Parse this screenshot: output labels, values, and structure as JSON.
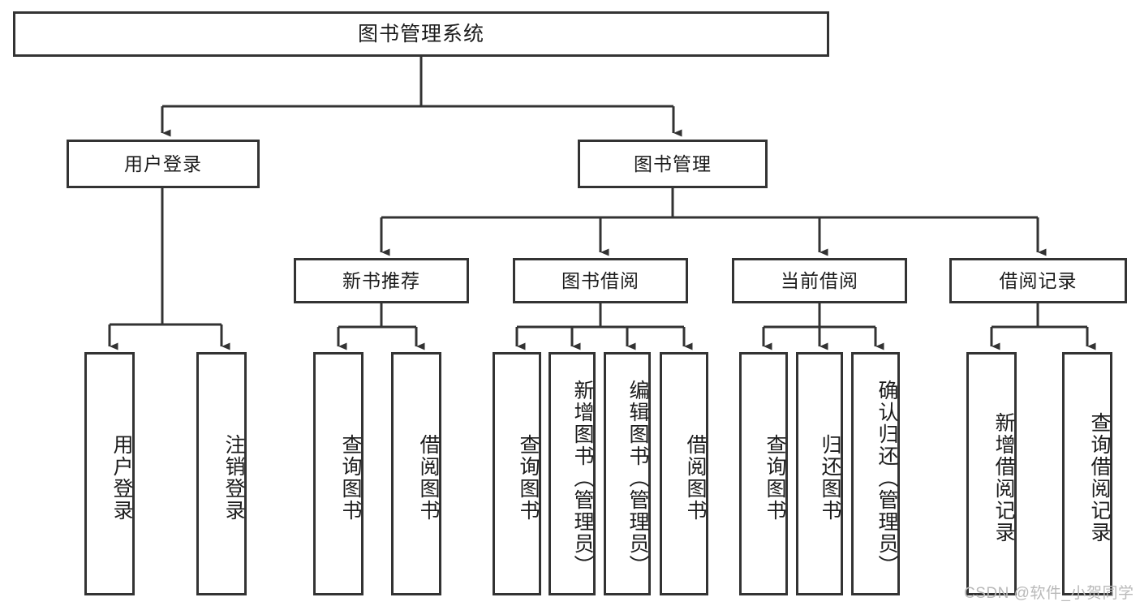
{
  "diagram": {
    "type": "tree",
    "title": "图书管理系统",
    "orientation": "top-down",
    "colors": {
      "background": "#ffffff",
      "border": "#333333",
      "text": "#1c1c1c",
      "watermark": "#b9b9b9"
    },
    "levels": {
      "root": {
        "label": "图书管理系统"
      },
      "level2": [
        {
          "label": "用户登录"
        },
        {
          "label": "图书管理"
        }
      ],
      "level3": [
        {
          "label": "新书推荐"
        },
        {
          "label": "图书借阅"
        },
        {
          "label": "当前借阅"
        },
        {
          "label": "借阅记录"
        }
      ],
      "leaves": {
        "user_login": [
          {
            "label": "用户登录"
          },
          {
            "label": "注销登录"
          }
        ],
        "new_book_recommend": [
          {
            "label": "查询图书"
          },
          {
            "label": "借阅图书"
          }
        ],
        "book_borrow": [
          {
            "label": "查询图书"
          },
          {
            "label": "新增图书（管理员）"
          },
          {
            "label": "编辑图书（管理员）"
          },
          {
            "label": "借阅图书"
          }
        ],
        "current_borrow": [
          {
            "label": "查询图书"
          },
          {
            "label": "归还图书"
          },
          {
            "label": "确认归还（管理员）"
          }
        ],
        "borrow_record": [
          {
            "label": "新增借阅记录"
          },
          {
            "label": "查询借阅记录"
          }
        ]
      }
    }
  },
  "watermark": {
    "text": "CSDN @软件_小贺同学"
  }
}
